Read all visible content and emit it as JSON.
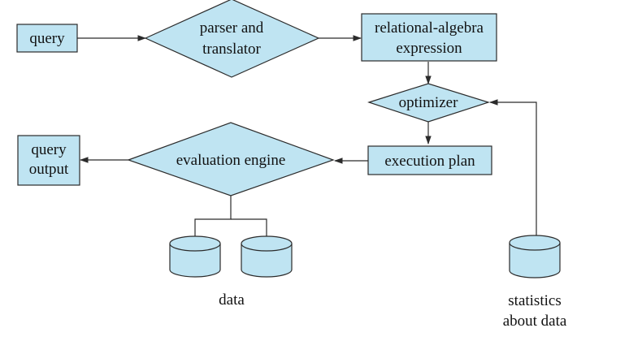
{
  "nodes": {
    "query": "query",
    "parser_line1": "parser and",
    "parser_line2": "translator",
    "relalg_line1": "relational-algebra",
    "relalg_line2": "expression",
    "optimizer": "optimizer",
    "execution_plan": "execution plan",
    "evaluation_engine": "evaluation engine",
    "query_output_line1": "query",
    "query_output_line2": "output"
  },
  "stores": {
    "data_label": "data",
    "statistics_line1": "statistics",
    "statistics_line2": "about data"
  },
  "colors": {
    "node_fill": "#bfe4f2",
    "stroke": "#2b2b2b"
  }
}
